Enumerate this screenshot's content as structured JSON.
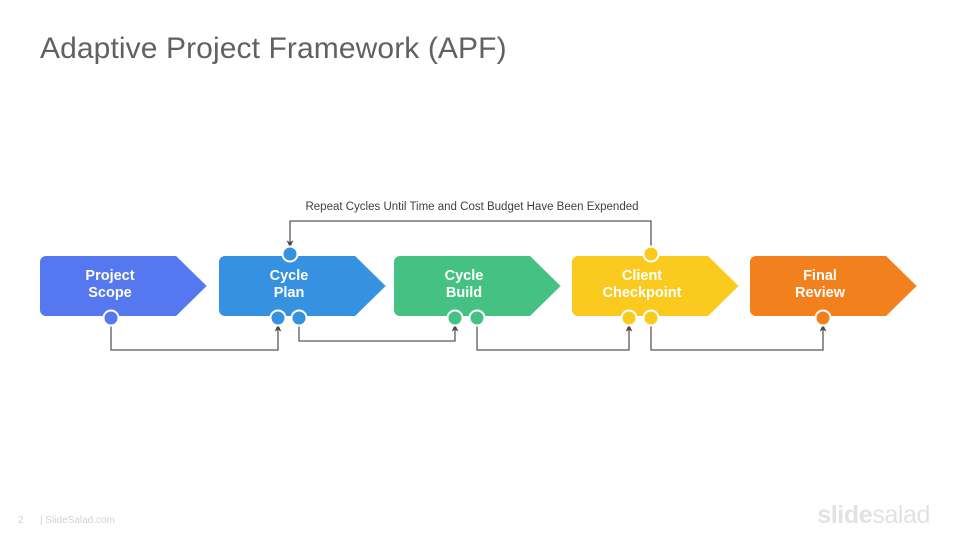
{
  "slide": {
    "title": "Adaptive Project Framework (APF)",
    "loop_caption": "Repeat Cycles Until Time and Cost Budget Have Been Expended"
  },
  "stages": [
    {
      "id": "project-scope",
      "label": "Project\nScope",
      "color": "#5578F0",
      "tip_color": "#8AA3F5",
      "node_color": "#5578F0"
    },
    {
      "id": "cycle-plan",
      "label": "Cycle\nPlan",
      "color": "#3691E0",
      "tip_color": "#7DBAEC",
      "node_color": "#3691E0"
    },
    {
      "id": "cycle-build",
      "label": "Cycle\nBuild",
      "color": "#45C283",
      "tip_color": "#8AD9B2",
      "node_color": "#45C283"
    },
    {
      "id": "client-checkpoint",
      "label": "Client\nCheckpoint",
      "color": "#FBCA1F",
      "tip_color": "#FDDF7C",
      "node_color": "#FBCA1F"
    },
    {
      "id": "final-review",
      "label": "Final\nReview",
      "color": "#F2801D",
      "tip_color": "#F6AB6B",
      "node_color": "#F2801D"
    }
  ],
  "connectors": {
    "line_color": "#595959",
    "arrow_color": "#4a4a4a"
  },
  "footer": {
    "page_number": "2",
    "site": "| SlideSalad.com",
    "brand_bold": "slide",
    "brand_light": "salad"
  }
}
